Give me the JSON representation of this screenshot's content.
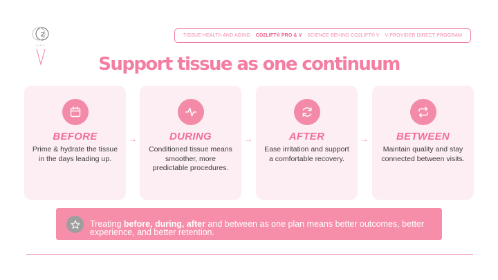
{
  "logo": {
    "mark": "2",
    "word": "LIFT",
    "letter": "V"
  },
  "nav": {
    "items": [
      {
        "label": "TISSUE HEALTH AND AGING",
        "active": false
      },
      {
        "label": "CO2LIFT® PRO & V",
        "active": true
      },
      {
        "label": "SCIENCE BEHIND CO2LIFT® V",
        "active": false
      },
      {
        "label": "V PROVIDER DIRECT PROGRAM",
        "active": false
      }
    ]
  },
  "title": "Support tissue as one continuum",
  "cards": [
    {
      "icon": "calendar-icon",
      "phase": "BEFORE",
      "desc": "Prime & hydrate the tissue in the days leading up."
    },
    {
      "icon": "pulse-icon",
      "phase": "DURING",
      "desc": "Conditioned tissue means smoother, more predictable procedures."
    },
    {
      "icon": "refresh-icon",
      "phase": "AFTER",
      "desc": "Ease irritation and support a comfortable recovery."
    },
    {
      "icon": "repeat-icon",
      "phase": "BETWEEN",
      "desc": "Maintain quality and stay connected between visits."
    }
  ],
  "arrow": "→",
  "banner": {
    "icon": "star-icon",
    "prefix": "Treating ",
    "bold": "before, during, after",
    "suffix": " and between as one plan means better outcomes, better experience, and better retention."
  },
  "colors": {
    "accent": "#f37ea2",
    "card_bg": "#fdeef3",
    "banner_bg": "#f68ea9",
    "icon_bg": "#f28aa8"
  }
}
